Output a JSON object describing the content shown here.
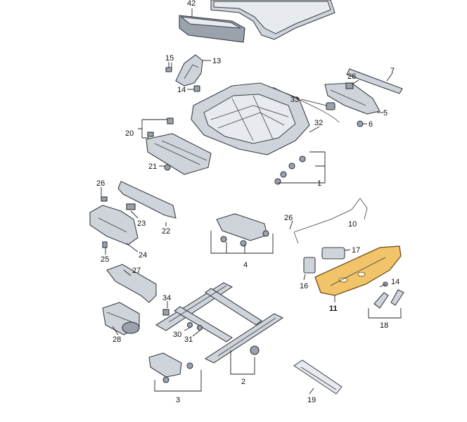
{
  "diagram": {
    "highlight_color": "#f2c46a",
    "part_color": "#cfd4da",
    "callouts": {
      "c42": "42",
      "c15": "15",
      "c13": "13",
      "c14a": "14",
      "c26a": "26",
      "c7": "7",
      "c33": "33",
      "c5": "5",
      "c6": "6",
      "c32": "32",
      "c20": "20",
      "c21": "21",
      "c1": "1",
      "c26b": "26",
      "c22": "22",
      "c23": "23",
      "c24": "24",
      "c25": "25",
      "c26c": "26",
      "c10": "10",
      "c4": "4",
      "c17": "17",
      "c16": "16",
      "c14b": "14",
      "c11": "11",
      "c18": "18",
      "c27": "27",
      "c34": "34",
      "c28": "28",
      "c30": "30",
      "c31": "31",
      "c2": "2",
      "c3": "3",
      "c19": "19"
    }
  }
}
